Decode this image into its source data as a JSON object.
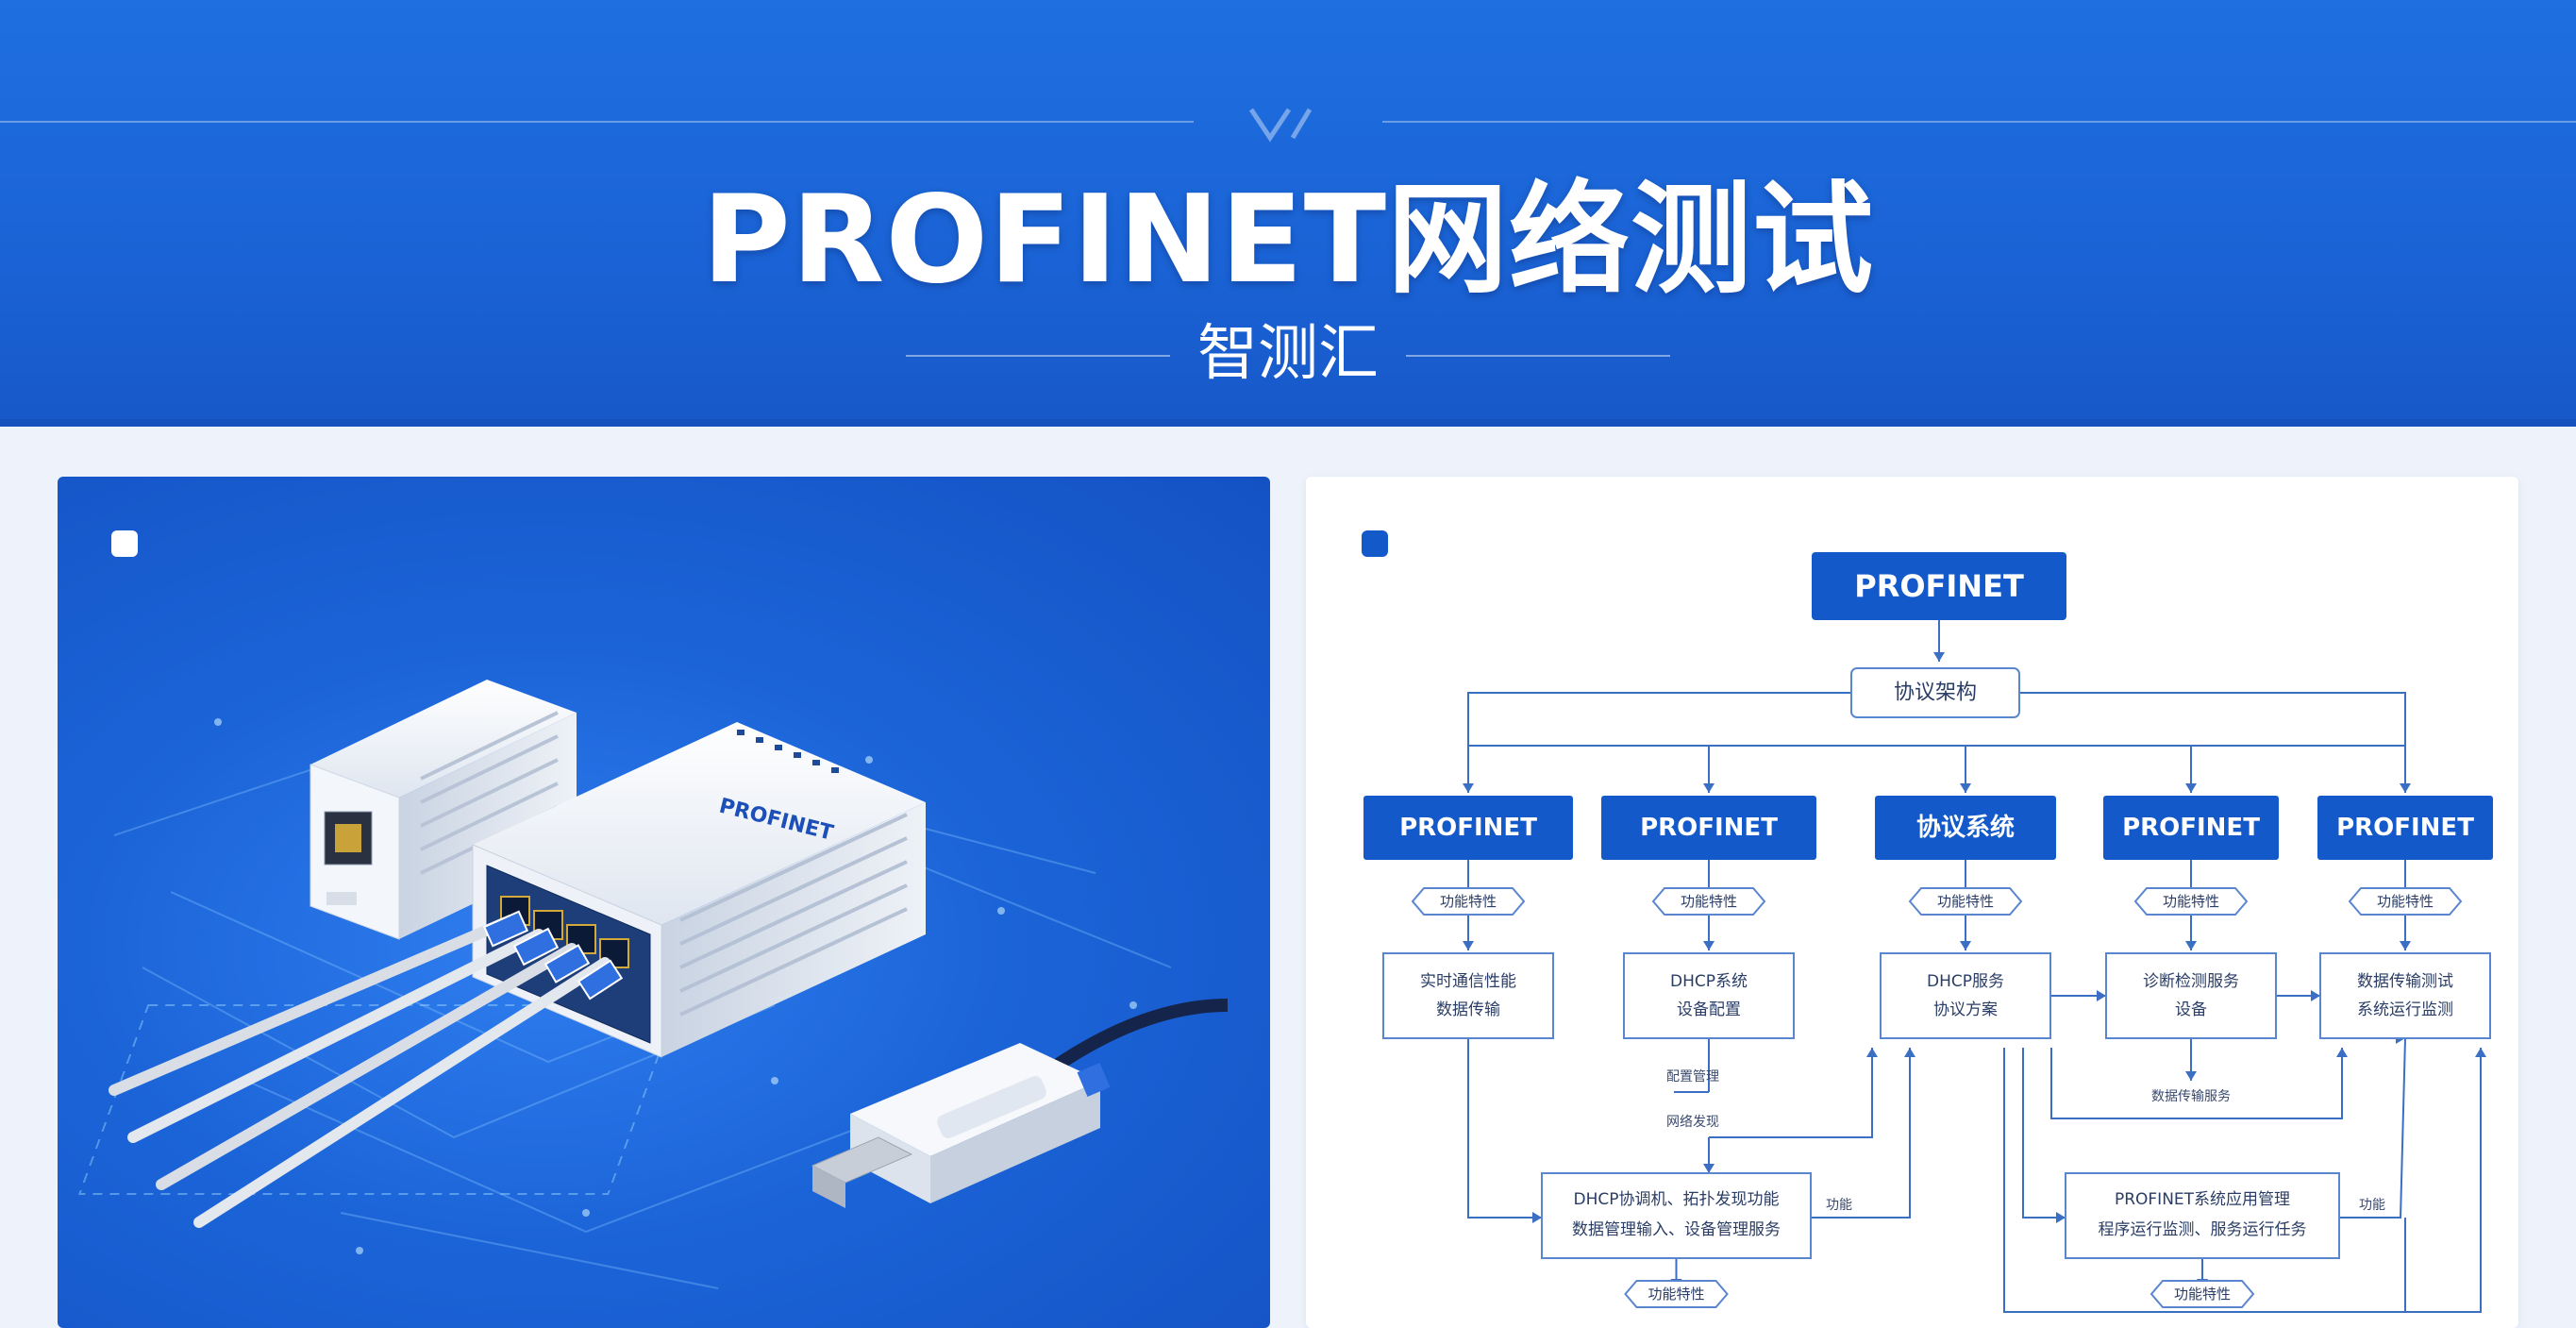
{
  "banner": {
    "title": "PROFINET网络测试",
    "subtitle": "智测汇"
  },
  "hardware": {
    "device_label": "PROFINET"
  },
  "diagram": {
    "root": "PROFINET",
    "arch": "协议架构",
    "categories": [
      "PROFINET",
      "PROFINET",
      "协议系统",
      "PROFINET",
      "PROFINET"
    ],
    "tags": [
      "功能特性",
      "功能特性",
      "功能特性",
      "功能特性",
      "功能特性"
    ],
    "boxes": [
      [
        "实时通信性能",
        "数据传输"
      ],
      [
        "DHCP系统",
        "设备配置"
      ],
      [
        "DHCP服务",
        "协议方案"
      ],
      [
        "诊断检测服务",
        "设备"
      ],
      [
        "数据传输测试",
        "系统运行监测"
      ]
    ],
    "bottom_boxes": [
      [
        "DHCP协调机、拓扑发现功能",
        "数据管理输入、设备管理服务"
      ],
      [
        "PROFINET系统应用管理",
        "程序运行监测、服务运行任务"
      ]
    ],
    "bottom_tags": [
      "功能特性",
      "功能特性"
    ],
    "annotations": [
      "配置管理",
      "网络发现",
      "功能",
      "功能",
      "数据传输服务"
    ],
    "colors": {
      "primary": "#1459c9",
      "line": "#3a6fc4",
      "box_border": "#5a86cf"
    }
  }
}
